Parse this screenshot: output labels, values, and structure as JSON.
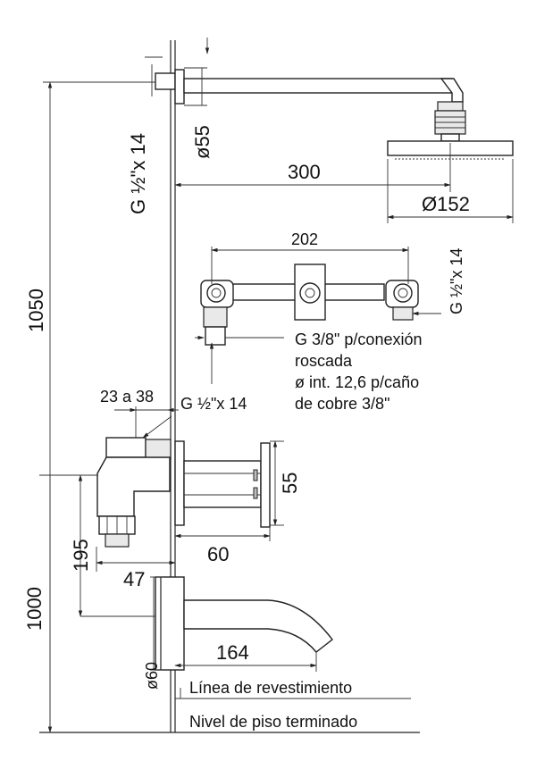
{
  "dimensions": {
    "total_height": "1050",
    "floor_to_mixer": "1000",
    "mixer_to_spout": "195",
    "arm_length": "300",
    "head_diameter": "Ø152",
    "flange_diameter": "ø55",
    "arm_thread": "G ½\"x 14",
    "valve_spacing": "202",
    "valve_thread": "G ½\"x 14",
    "wall_depth": "23 a 38",
    "mixer_thread": "G ½\"x 14",
    "mixer_height": "55",
    "mixer_depth": "60",
    "spout_offset": "47",
    "spout_length": "164",
    "spout_diameter": "ø60"
  },
  "notes": {
    "connection_lines": [
      "G 3/8\" p/conexión",
      "roscada",
      "ø int. 12,6 p/caño",
      "de cobre 3/8\""
    ]
  },
  "reference_lines": {
    "cladding": "Línea de revestimiento",
    "finished_floor": "Nivel de piso terminado"
  }
}
